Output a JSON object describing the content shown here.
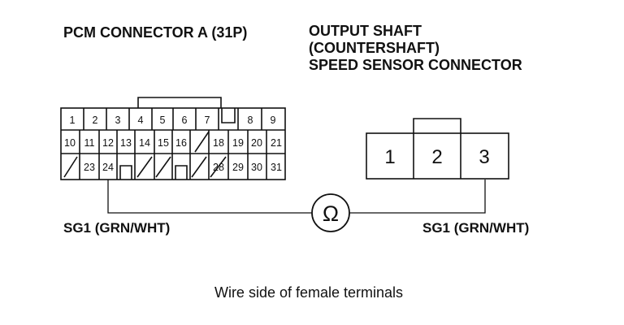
{
  "pcm_connector": {
    "title": "PCM CONNECTOR A (31P)",
    "row1": [
      "1",
      "2",
      "3",
      "4",
      "5",
      "6",
      "7",
      "",
      "8",
      "9"
    ],
    "row2": [
      "10",
      "11",
      "12",
      "13",
      "14",
      "15",
      "16",
      "",
      "18",
      "19",
      "20",
      "21"
    ],
    "row3": [
      "",
      "23",
      "24",
      "",
      "",
      "",
      "",
      "",
      "28",
      "29",
      "30",
      "31"
    ]
  },
  "sensor_connector": {
    "title_lines": [
      "OUTPUT SHAFT",
      "(COUNTERSHAFT)",
      "SPEED SENSOR CONNECTOR"
    ],
    "terminals": [
      "1",
      "2",
      "3"
    ]
  },
  "meter": {
    "symbol": "Ω"
  },
  "wire_labels": {
    "left": "SG1 (GRN/WHT)",
    "right": "SG1 (GRN/WHT)"
  },
  "caption": "Wire side of female terminals"
}
